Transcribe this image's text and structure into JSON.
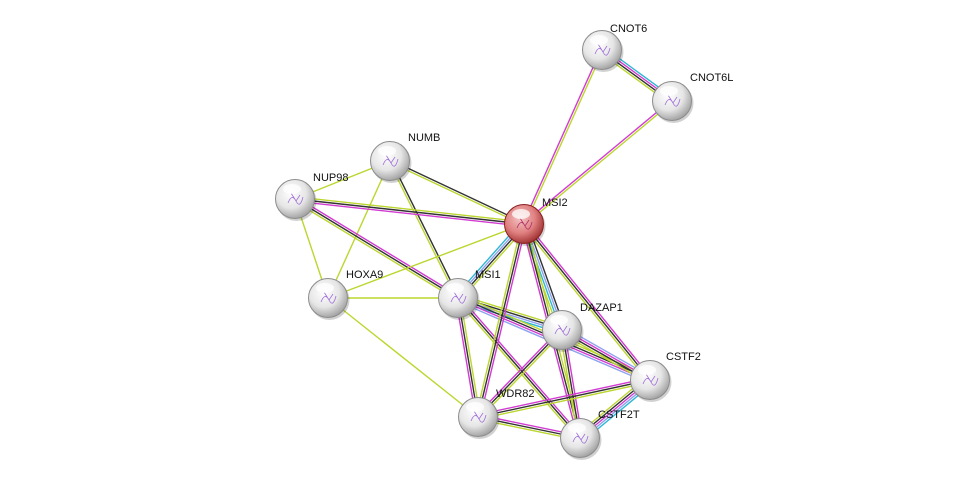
{
  "evidence_colors": {
    "experiments": "#d23bd2",
    "coexpression": "#333333",
    "textmining": "#bcd62f",
    "database": "#2fb6d6",
    "homology": "#8fa2ef"
  },
  "nodes": [
    {
      "id": "CNOT6",
      "label": "CNOT6",
      "query": false
    },
    {
      "id": "CNOT6L",
      "label": "CNOT6L",
      "query": false
    },
    {
      "id": "NUMB",
      "label": "NUMB",
      "query": false
    },
    {
      "id": "NUP98",
      "label": "NUP98",
      "query": false
    },
    {
      "id": "MSI2",
      "label": "MSI2",
      "query": true
    },
    {
      "id": "HOXA9",
      "label": "HOXA9",
      "query": false
    },
    {
      "id": "MSI1",
      "label": "MSI1",
      "query": false
    },
    {
      "id": "DAZAP1",
      "label": "DAZAP1",
      "query": false
    },
    {
      "id": "CSTF2",
      "label": "CSTF2",
      "query": false
    },
    {
      "id": "WDR82",
      "label": "WDR82",
      "query": false
    },
    {
      "id": "CSTF2T",
      "label": "CSTF2T",
      "query": false
    }
  ],
  "edges": [
    {
      "a": "MSI2",
      "b": "CNOT6",
      "ev": [
        "experiments",
        "textmining"
      ]
    },
    {
      "a": "MSI2",
      "b": "CNOT6L",
      "ev": [
        "experiments",
        "textmining"
      ]
    },
    {
      "a": "CNOT6",
      "b": "CNOT6L",
      "ev": [
        "database",
        "experiments",
        "coexpression",
        "textmining"
      ]
    },
    {
      "a": "NUMB",
      "b": "NUP98",
      "ev": [
        "textmining"
      ]
    },
    {
      "a": "NUMB",
      "b": "HOXA9",
      "ev": [
        "textmining"
      ]
    },
    {
      "a": "NUMB",
      "b": "MSI1",
      "ev": [
        "coexpression",
        "textmining"
      ]
    },
    {
      "a": "NUMB",
      "b": "MSI2",
      "ev": [
        "coexpression",
        "textmining"
      ]
    },
    {
      "a": "NUP98",
      "b": "MSI2",
      "ev": [
        "textmining",
        "coexpression",
        "experiments"
      ]
    },
    {
      "a": "NUP98",
      "b": "MSI1",
      "ev": [
        "experiments",
        "coexpression",
        "textmining"
      ]
    },
    {
      "a": "NUP98",
      "b": "HOXA9",
      "ev": [
        "textmining"
      ]
    },
    {
      "a": "HOXA9",
      "b": "MSI2",
      "ev": [
        "textmining"
      ]
    },
    {
      "a": "HOXA9",
      "b": "MSI1",
      "ev": [
        "textmining"
      ]
    },
    {
      "a": "HOXA9",
      "b": "WDR82",
      "ev": [
        "textmining"
      ]
    },
    {
      "a": "MSI1",
      "b": "MSI2",
      "ev": [
        "database",
        "homology",
        "coexpression",
        "textmining"
      ]
    },
    {
      "a": "MSI1",
      "b": "DAZAP1",
      "ev": [
        "textmining",
        "coexpression",
        "homology",
        "database"
      ]
    },
    {
      "a": "MSI1",
      "b": "CSTF2",
      "ev": [
        "textmining",
        "coexpression",
        "experiments",
        "homology"
      ]
    },
    {
      "a": "MSI1",
      "b": "WDR82",
      "ev": [
        "textmining",
        "coexpression",
        "experiments"
      ]
    },
    {
      "a": "MSI1",
      "b": "CSTF2T",
      "ev": [
        "experiments",
        "coexpression",
        "textmining"
      ]
    },
    {
      "a": "MSI2",
      "b": "DAZAP1",
      "ev": [
        "coexpression",
        "homology",
        "database",
        "textmining"
      ]
    },
    {
      "a": "MSI2",
      "b": "CSTF2",
      "ev": [
        "experiments",
        "coexpression",
        "textmining"
      ]
    },
    {
      "a": "MSI2",
      "b": "WDR82",
      "ev": [
        "experiments",
        "coexpression",
        "textmining"
      ]
    },
    {
      "a": "MSI2",
      "b": "CSTF2T",
      "ev": [
        "textmining",
        "coexpression",
        "experiments"
      ]
    },
    {
      "a": "DAZAP1",
      "b": "CSTF2",
      "ev": [
        "homology",
        "experiments",
        "coexpression",
        "textmining"
      ]
    },
    {
      "a": "DAZAP1",
      "b": "WDR82",
      "ev": [
        "textmining",
        "coexpression",
        "experiments"
      ]
    },
    {
      "a": "DAZAP1",
      "b": "CSTF2T",
      "ev": [
        "experiments",
        "coexpression",
        "textmining"
      ]
    },
    {
      "a": "WDR82",
      "b": "CSTF2",
      "ev": [
        "experiments",
        "coexpression",
        "textmining"
      ]
    },
    {
      "a": "WDR82",
      "b": "CSTF2T",
      "ev": [
        "experiments",
        "coexpression",
        "textmining"
      ]
    },
    {
      "a": "CSTF2",
      "b": "CSTF2T",
      "ev": [
        "database",
        "homology",
        "experiments",
        "coexpression",
        "textmining"
      ]
    }
  ]
}
